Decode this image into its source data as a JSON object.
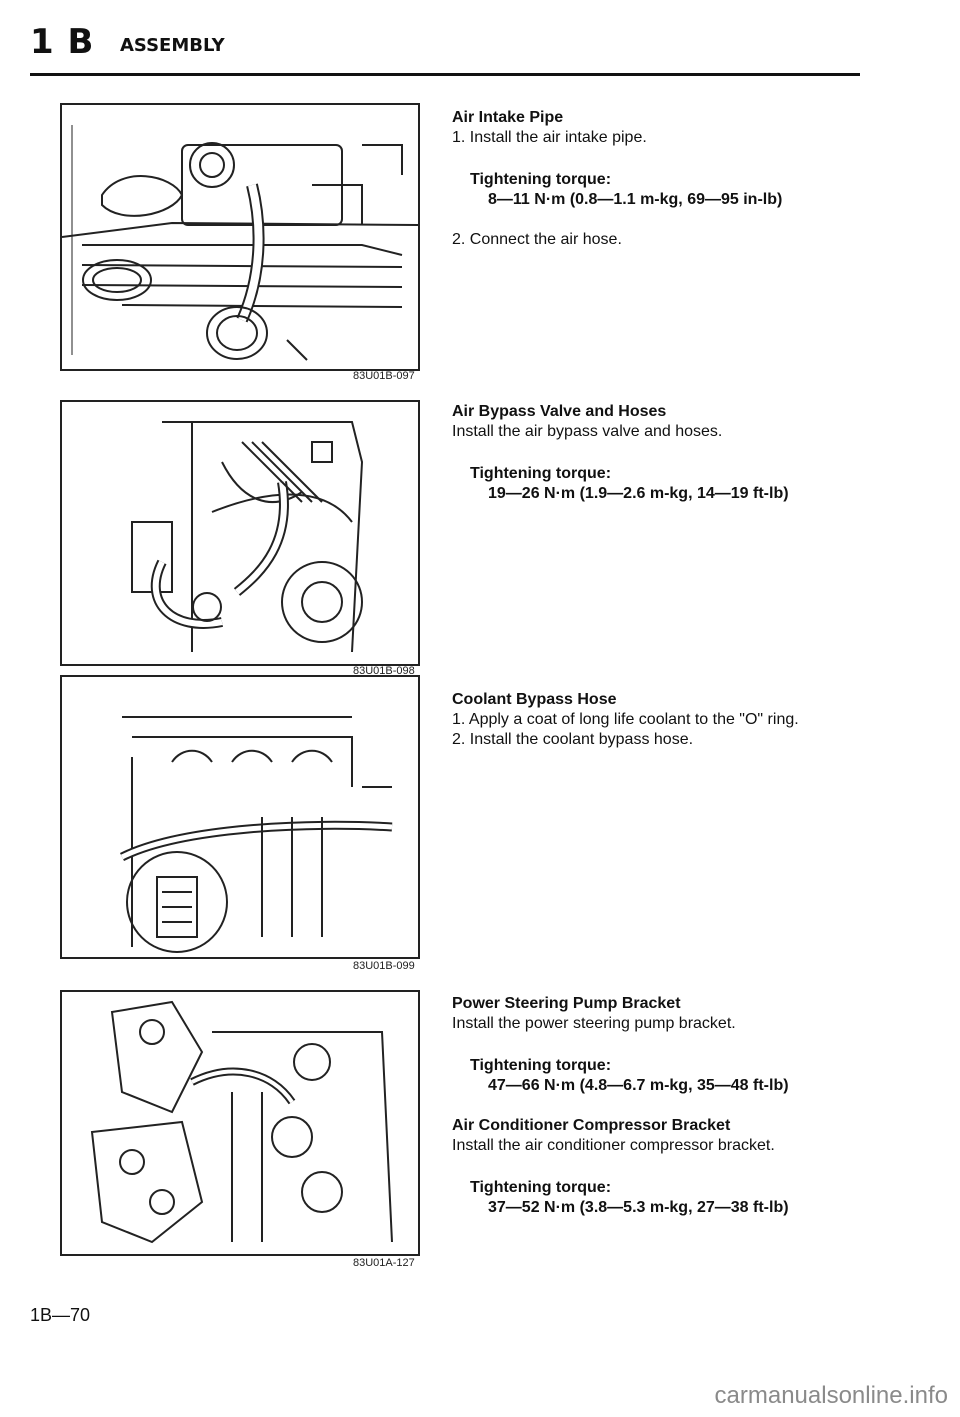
{
  "header": {
    "section_number": "1 B",
    "section_title": "ASSEMBLY"
  },
  "figures": [
    {
      "code": "83U01B-097"
    },
    {
      "code": "83U01B-098"
    },
    {
      "code": "83U01B-099"
    },
    {
      "code": "83U01A-127"
    }
  ],
  "sections": {
    "air_intake": {
      "heading": "Air Intake Pipe",
      "step1": "1. Install the air intake pipe.",
      "torque_label": "Tightening torque:",
      "torque_value": "8—11 N·m (0.8—1.1 m-kg, 69—95 in-lb)",
      "step2": "2. Connect the air hose."
    },
    "bypass_valve": {
      "heading": "Air Bypass Valve and Hoses",
      "step1": "Install the air bypass valve and hoses.",
      "torque_label": "Tightening torque:",
      "torque_value": "19—26 N·m (1.9—2.6 m-kg, 14—19 ft-lb)"
    },
    "coolant_hose": {
      "heading": "Coolant Bypass Hose",
      "step1": "1. Apply a coat of long life coolant to the \"O\" ring.",
      "step2": "2. Install the coolant bypass hose."
    },
    "ps_bracket": {
      "heading": "Power Steering Pump Bracket",
      "step1": "Install the power steering pump bracket.",
      "torque_label": "Tightening torque:",
      "torque_value": "47—66 N·m (4.8—6.7 m-kg, 35—48 ft-lb)"
    },
    "ac_bracket": {
      "heading": "Air Conditioner Compressor Bracket",
      "step1": "Install the air conditioner compressor bracket.",
      "torque_label": "Tightening torque:",
      "torque_value": "37—52 N·m (3.8—5.3 m-kg, 27—38 ft-lb)"
    }
  },
  "footer": {
    "page_number": "1B—70",
    "watermark": "carmanualsonline.info"
  }
}
